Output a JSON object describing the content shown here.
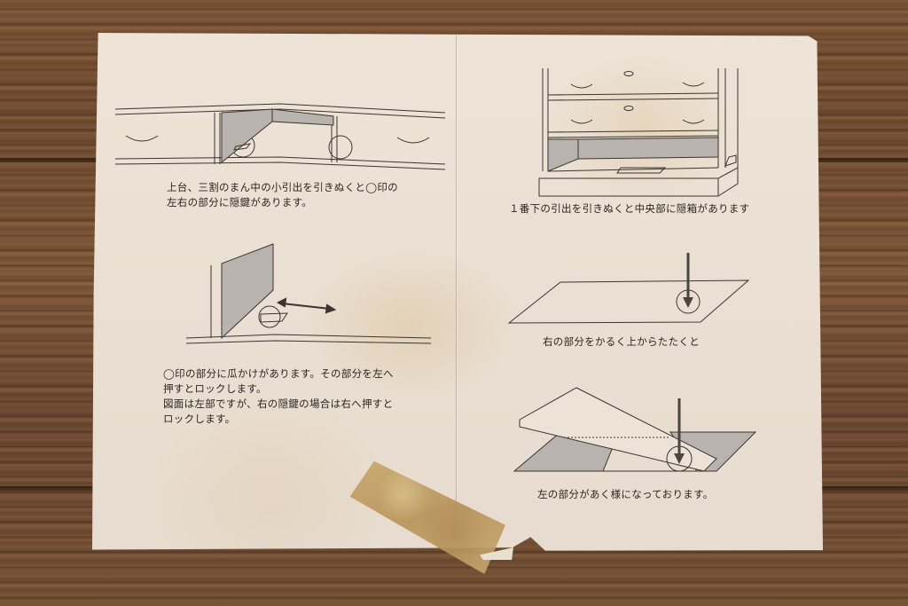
{
  "document": {
    "type": "instruction-sheet",
    "language": "ja",
    "left_panel": {
      "step1": {
        "caption": "上台、三割のまん中の小引出を引きぬくと◯印の\n左右の部分に隠鍵があります。",
        "figure": "upper-cabinet-three-drawer-compartment-with-circled-locks"
      },
      "step2": {
        "caption": "◯印の部分に瓜かけがあります。その部分を左へ\n押すとロックします。\n図面は左部ですが、右の隠鍵の場合は右へ押すと\nロックします。",
        "figure": "lock-latch-slide-double-arrow"
      }
    },
    "right_panel": {
      "step3": {
        "caption": "１番下の引出を引きぬくと中央部に隠箱があります",
        "figure": "chest-with-bottom-drawer-removed"
      },
      "step4": {
        "caption": "右の部分をかるく上からたたくと",
        "figure": "panel-tap-right-side-arrow"
      },
      "step5": {
        "caption": "左の部分があく様になっております。",
        "figure": "panel-lifted-hidden-box-open"
      }
    }
  },
  "colors": {
    "paper": "#eadfd2",
    "ink": "#2a2622",
    "shade": "#b9b4b0",
    "wood": "#6e4a2f",
    "tape": "#c2a062"
  }
}
